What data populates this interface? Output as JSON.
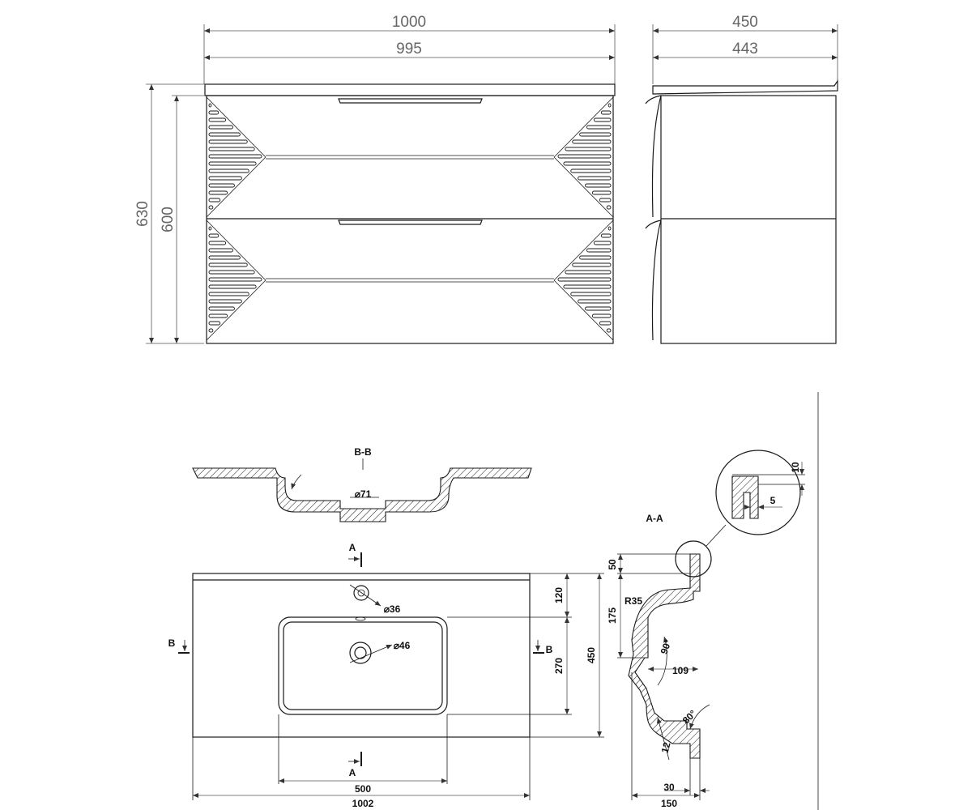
{
  "front_view": {
    "width_overall": "1000",
    "width_body": "995",
    "height_overall": "630",
    "height_body": "600"
  },
  "side_view": {
    "depth_overall": "450",
    "depth_body": "443"
  },
  "basin_plan": {
    "section_bb_title": "B-B",
    "drain_diameter_section": "⌀71",
    "tap_hole_diameter": "⌀36",
    "drain_diameter": "⌀46",
    "offset_tap_to_bowl": "120",
    "bowl_length": "270",
    "depth_total": "450",
    "bowl_width": "500",
    "width_total": "1002",
    "marker_a": "A",
    "marker_b": "B"
  },
  "section_aa": {
    "title": "A-A",
    "top_thickness": "50",
    "rim_drop": "175",
    "radius": "R35",
    "angle_90": "90°",
    "span_109": "109",
    "angle_80": "80°",
    "wall_12": "12",
    "bottom_30": "30",
    "bottom_150": "150",
    "detail_10": "10",
    "detail_5": "5"
  }
}
